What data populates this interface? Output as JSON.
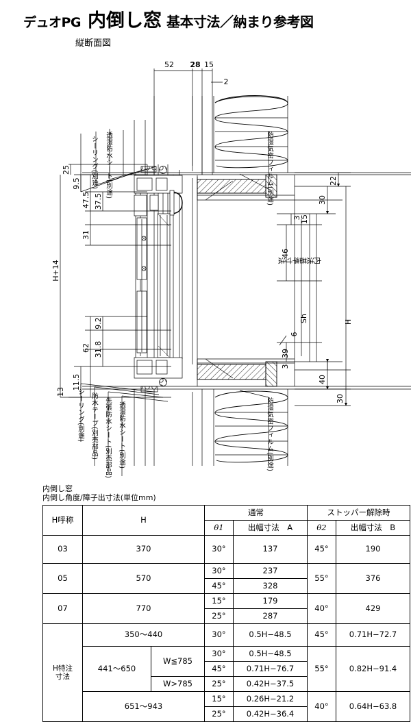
{
  "header": {
    "brand": "デュオPG",
    "main_title": "内倒し窓",
    "sub_title": "基本寸法／納まり参考図",
    "subtitle": "縦断面図"
  },
  "drawing": {
    "type": "vertical-section-detail",
    "top_dimensions": [
      "52",
      "28",
      "15",
      "2"
    ],
    "left_dimensions": [
      "25",
      "9.5",
      "47.5",
      "37.5",
      "31",
      "H+14",
      "11.5",
      "62",
      "9.2",
      "31.8",
      "13"
    ],
    "right_dimensions": [
      "22",
      "30",
      "15",
      "3",
      "46",
      "Sh",
      "39",
      "6",
      "3",
      "40",
      "30",
      "H"
    ],
    "right_vertical_label": "内法基準寸法",
    "callouts_top": [
      "シーリング(別途)",
      "透湿防水シート(別途)",
      "防湿気密フィルム(別途)"
    ],
    "callouts_bottom": [
      "シーリング(別途)",
      "防水テープ(別売部品)",
      "先張防水シート(別売部品)",
      "透湿防水シート(別途)",
      "防湿気密フィルム(別途)"
    ]
  },
  "table": {
    "caption_line1": "内倒し窓",
    "caption_line2": "内倒し角度/障子出寸法(単位mm)",
    "headers": {
      "h_name": "H呼称",
      "h": "H",
      "normal": "通常",
      "stopper_released": "ストッパー解除時",
      "theta1": "θ1",
      "width_a": "出幅寸法　A",
      "theta2": "θ2",
      "width_b": "出幅寸法　B"
    },
    "special_label_line1": "H特注",
    "special_label_line2": "寸法",
    "rows": [
      {
        "h_name": "03",
        "h": "370",
        "sub": [],
        "normal": [
          {
            "theta": "30°",
            "a": "137"
          }
        ],
        "theta2": "45°",
        "b": "190"
      },
      {
        "h_name": "05",
        "h": "570",
        "sub": [],
        "normal": [
          {
            "theta": "30°",
            "a": "237"
          },
          {
            "theta": "45°",
            "a": "328"
          }
        ],
        "theta2": "55°",
        "b": "376"
      },
      {
        "h_name": "07",
        "h": "770",
        "sub": [],
        "normal": [
          {
            "theta": "15°",
            "a": "179"
          },
          {
            "theta": "25°",
            "a": "287"
          }
        ],
        "theta2": "40°",
        "b": "429"
      },
      {
        "h_name": "",
        "h": "350〜440",
        "sub": [],
        "normal": [
          {
            "theta": "30°",
            "a": "0.5H−48.5"
          }
        ],
        "theta2": "45°",
        "b": "0.71H−72.7"
      },
      {
        "h_name": "",
        "h": "441〜650",
        "sub": [
          {
            "cond": "W≦785",
            "rows": [
              {
                "theta": "30°",
                "a": "0.5H−48.5"
              },
              {
                "theta": "45°",
                "a": "0.71H−76.7"
              }
            ]
          },
          {
            "cond": "W>785",
            "rows": [
              {
                "theta": "25°",
                "a": "0.42H−37.5"
              }
            ]
          }
        ],
        "normal": [],
        "theta2": "55°",
        "b": "0.82H−91.4"
      },
      {
        "h_name": "",
        "h": "651〜943",
        "sub": [],
        "normal": [
          {
            "theta": "15°",
            "a": "0.26H−21.2"
          },
          {
            "theta": "25°",
            "a": "0.42H−36.4"
          }
        ],
        "theta2": "40°",
        "b": "0.64H−63.8"
      }
    ]
  }
}
